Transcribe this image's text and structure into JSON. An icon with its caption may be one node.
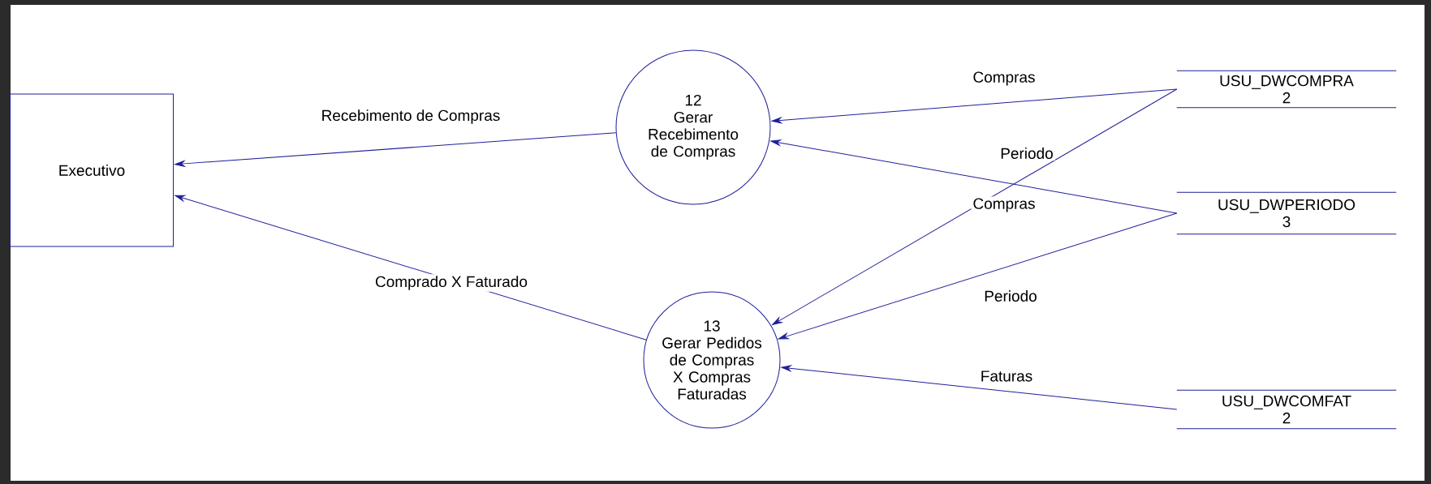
{
  "diagram": {
    "nodes": [
      {
        "text": [
          "Executivo"
        ]
      },
      {
        "text": [
          "12",
          "Gerar Recebimento de Compras"
        ]
      },
      {
        "text": [
          "13",
          "Gerar Pedidos de Compras X Compras Faturadas"
        ]
      },
      {
        "text": [
          "USU_DWCOMPRA",
          "2"
        ]
      },
      {
        "text": [
          "USU_DWPERIODO",
          "3"
        ]
      },
      {
        "text": [
          "USU_DWCOMFAT",
          "2"
        ]
      }
    ],
    "edges": [
      {
        "from": 3,
        "to": 1,
        "arrow": "to",
        "label": "Compras"
      },
      {
        "from": 4,
        "to": 1,
        "arrow": "to",
        "label": "Periodo"
      },
      {
        "from": 1,
        "to": 0,
        "arrow": "to",
        "label": "Recebimento de Compras"
      },
      {
        "from": 3,
        "to": 2,
        "arrow": "to",
        "label": "Compras"
      },
      {
        "from": 4,
        "to": 2,
        "arrow": "to",
        "label": "Periodo"
      },
      {
        "from": 5,
        "to": 2,
        "arrow": "to",
        "label": "Faturas"
      },
      {
        "from": 2,
        "to": 0,
        "arrow": "to",
        "label": "Comprado X Faturado"
      }
    ]
  }
}
